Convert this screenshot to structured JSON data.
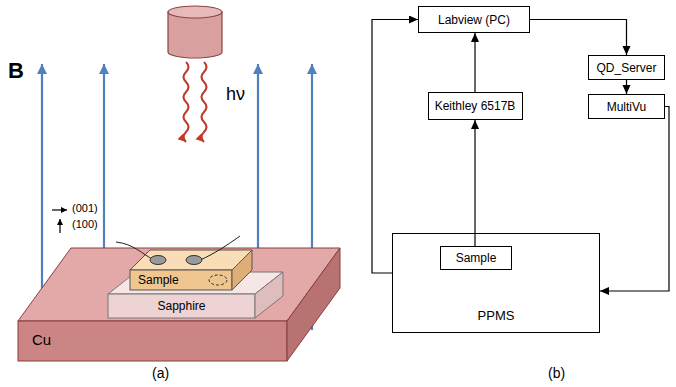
{
  "diagram": {
    "nodes": [
      {
        "text": [
          "Cu"
        ]
      },
      {
        "text": [
          "Sapphire"
        ],
        "in": 0
      },
      {
        "text": [
          "Sample"
        ],
        "in": 1
      },
      {
        "text": [
          "Labview (PC)"
        ]
      },
      {
        "text": [
          "Keithley 6517B"
        ]
      },
      {
        "text": [
          "QD_Server"
        ]
      },
      {
        "text": [
          "MultiVu"
        ]
      },
      {
        "text": [
          "PPMS"
        ]
      },
      {
        "text": [
          "Sample"
        ],
        "in": 7
      }
    ],
    "edges": [
      {
        "from": 8,
        "to": 4,
        "arrow": "to"
      },
      {
        "from": 4,
        "to": 3,
        "arrow": "to"
      },
      {
        "from": 3,
        "to": 5,
        "arrow": "to"
      },
      {
        "from": 5,
        "to": 6,
        "arrow": "to"
      },
      {
        "from": 6,
        "to": 7,
        "arrow": "to"
      },
      {
        "from": 7,
        "to": 3,
        "arrow": "to"
      }
    ],
    "labels": [
      "B",
      "hν",
      "(001)",
      "(100)",
      "(a)",
      "(b)"
    ]
  }
}
